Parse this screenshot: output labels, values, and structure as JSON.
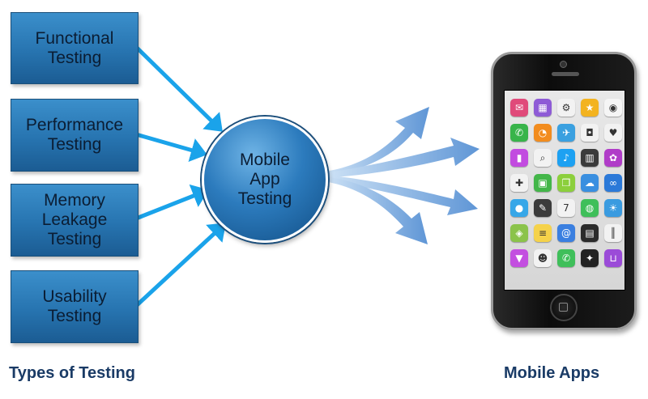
{
  "testing_types": [
    {
      "label": "Functional\nTesting"
    },
    {
      "label": "Performance\nTesting"
    },
    {
      "label": "Memory\nLeakage\nTesting"
    },
    {
      "label": "Usability\nTesting"
    }
  ],
  "hub": {
    "label": "Mobile\nApp\nTesting"
  },
  "captions": {
    "left": "Types of Testing",
    "right": "Mobile Apps"
  },
  "colors": {
    "box_fill": "#2774b0",
    "arrow_blue": "#1aa3ea",
    "spread_arrow": "#6a9fd8",
    "caption": "#1a3b66"
  },
  "phone_apps": [
    {
      "icon": "mail-icon",
      "glyph": "✉",
      "color": "#e04a7a"
    },
    {
      "icon": "calendar-icon",
      "glyph": "▦",
      "color": "#8e5bd6"
    },
    {
      "icon": "gear-icon",
      "glyph": "⚙",
      "color": "#f2f2f2"
    },
    {
      "icon": "star-icon",
      "glyph": "★",
      "color": "#f3b320"
    },
    {
      "icon": "eye-icon",
      "glyph": "◉",
      "color": "#f5f5f5"
    },
    {
      "icon": "chat-icon",
      "glyph": "✆",
      "color": "#38b44a"
    },
    {
      "icon": "rss-icon",
      "glyph": "◔",
      "color": "#f28c1e"
    },
    {
      "icon": "airplane-icon",
      "glyph": "✈",
      "color": "#3aa0e0"
    },
    {
      "icon": "camera-icon",
      "glyph": "◘",
      "color": "#f2f2f2"
    },
    {
      "icon": "heart-icon",
      "glyph": "♥",
      "color": "#f2f2f2"
    },
    {
      "icon": "toggle-icon",
      "glyph": "▮",
      "color": "#c24be0"
    },
    {
      "icon": "search-icon",
      "glyph": "⌕",
      "color": "#f2f2f2"
    },
    {
      "icon": "bird-icon",
      "glyph": "♪",
      "color": "#1da1f2"
    },
    {
      "icon": "chart-icon",
      "glyph": "▥",
      "color": "#3b3b3b"
    },
    {
      "icon": "palette-icon",
      "glyph": "✿",
      "color": "#b03cc8"
    },
    {
      "icon": "gamepad-icon",
      "glyph": "✚",
      "color": "#f2f2f2"
    },
    {
      "icon": "film-icon",
      "glyph": "▣",
      "color": "#43b649"
    },
    {
      "icon": "gift-icon",
      "glyph": "❒",
      "color": "#8ccf3c"
    },
    {
      "icon": "cloud-icon",
      "glyph": "☁",
      "color": "#3a8fe0"
    },
    {
      "icon": "link-icon",
      "glyph": "∞",
      "color": "#2b79d8"
    },
    {
      "icon": "location-icon",
      "glyph": "●",
      "color": "#37a7e8"
    },
    {
      "icon": "pencil-icon",
      "glyph": "✎",
      "color": "#3b3b3b"
    },
    {
      "icon": "date-icon",
      "glyph": "7",
      "color": "#f2f2f2"
    },
    {
      "icon": "globe-icon",
      "glyph": "◍",
      "color": "#3fbf5a"
    },
    {
      "icon": "weather-icon",
      "glyph": "☀",
      "color": "#3a9be0"
    },
    {
      "icon": "map-icon",
      "glyph": "◈",
      "color": "#8bc34a"
    },
    {
      "icon": "notes-icon",
      "glyph": "≡",
      "color": "#f5d24a"
    },
    {
      "icon": "at-icon",
      "glyph": "@",
      "color": "#3a7fe0"
    },
    {
      "icon": "ticket-icon",
      "glyph": "▤",
      "color": "#2b2b2b"
    },
    {
      "icon": "piano-icon",
      "glyph": "║",
      "color": "#f2f2f2"
    },
    {
      "icon": "bookmark-icon",
      "glyph": "▼",
      "color": "#c34fe0"
    },
    {
      "icon": "contacts-icon",
      "glyph": "☻",
      "color": "#f2f2f2"
    },
    {
      "icon": "phone-icon",
      "glyph": "✆",
      "color": "#3fbf5a"
    },
    {
      "icon": "clapper-icon",
      "glyph": "✦",
      "color": "#222222"
    },
    {
      "icon": "basket-icon",
      "glyph": "⊔",
      "color": "#9b4bd8"
    }
  ]
}
